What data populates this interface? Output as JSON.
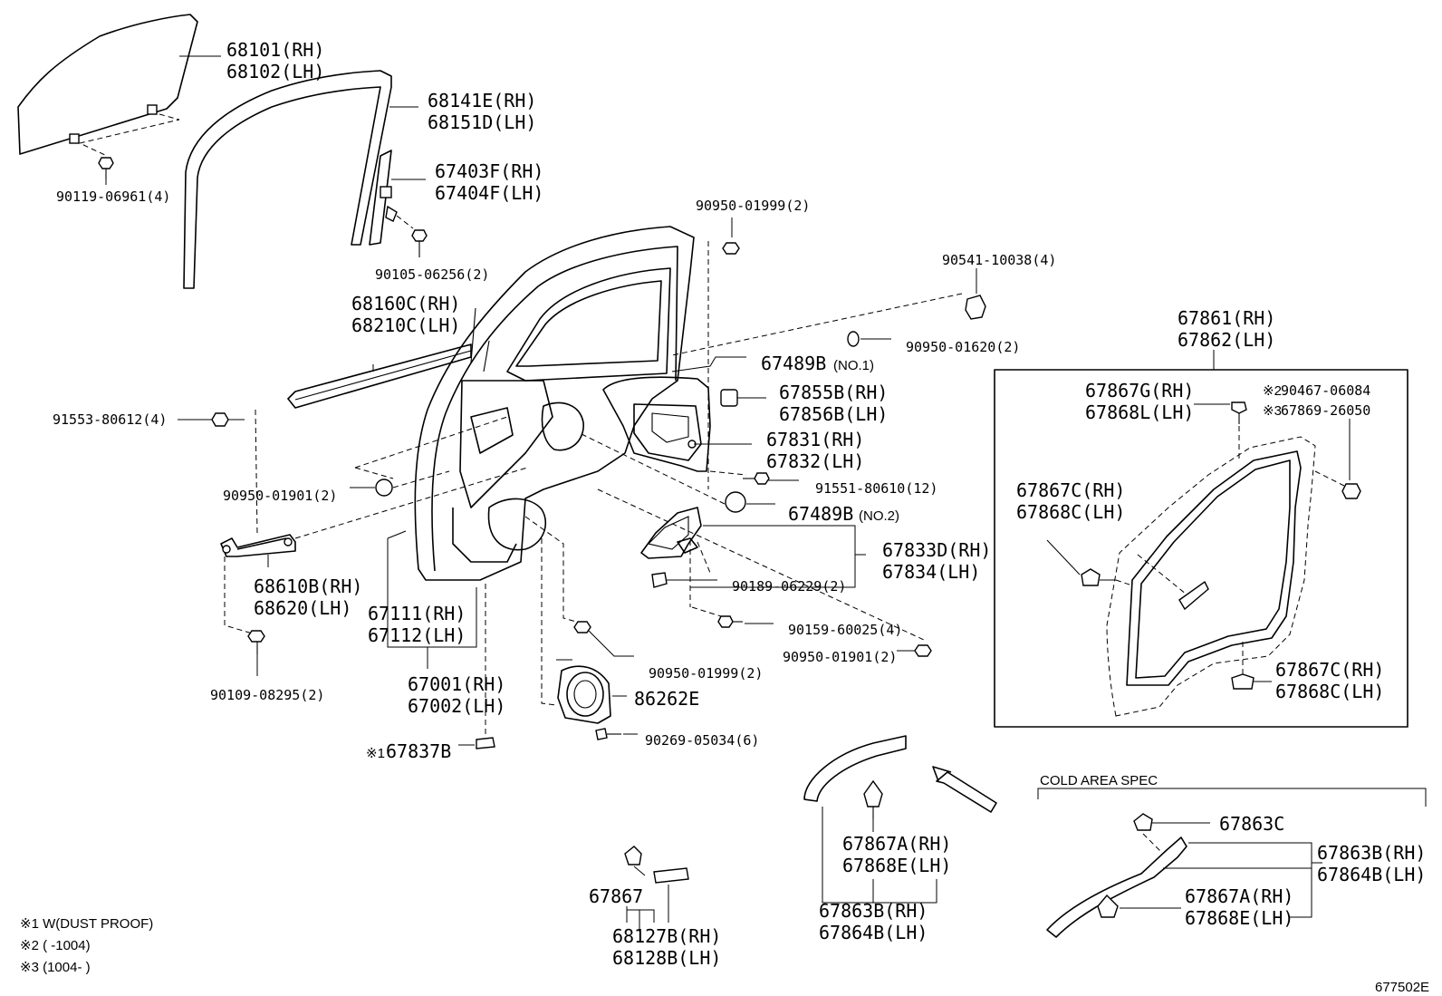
{
  "labels": {
    "p68101": "68101(RH)",
    "p68102": "68102(LH)",
    "p90119": "90119-06961(4)",
    "p68141": "68141E(RH)",
    "p68151": "68151D(LH)",
    "p67403": "67403F(RH)",
    "p67404": "67404F(LH)",
    "p90105": "90105-06256(2)",
    "p90950a": "90950-01999(2)",
    "p90541": "90541-10038(4)",
    "p68160": "68160C(RH)",
    "p68210": "68210C(LH)",
    "p67489no1": "67489B",
    "no1": "(NO.1)",
    "p90950b": "90950-01620(2)",
    "p67855": "67855B(RH)",
    "p67856": "67856B(LH)",
    "p67831": "67831(RH)",
    "p67832": "67832(LH)",
    "p91553": "91553-80612(4)",
    "p91551": "91551-80610(12)",
    "p90950c": "90950-01901(2)",
    "p67489no2": "67489B",
    "no2": "(NO.2)",
    "p67833": "67833D(RH)",
    "p67834": "67834(LH)",
    "p68610": "68610B(RH)",
    "p68620": "68620(LH)",
    "p90189": "90189-06229(2)",
    "p67111": "67111(RH)",
    "p67112": "67112(LH)",
    "p90159": "90159-60025(4)",
    "p90950d": "90950-01901(2)",
    "p67001": "67001(RH)",
    "p67002": "67002(LH)",
    "p90109": "90109-08295(2)",
    "p90950e": "90950-01999(2)",
    "p86262": "86262E",
    "p67837": "67837B",
    "note1mark": "※1",
    "p90269": "90269-05034(6)",
    "p67861": "67861(RH)",
    "p67862": "67862(LH)",
    "p67867g": "67867G(RH)",
    "p67868l": "67868L(LH)",
    "note2mark": "※2",
    "p90467": "90467-06084",
    "note3mark": "※3",
    "p67869": "67869-26050",
    "p67867c1": "67867C(RH)",
    "p67868c1": "67868C(LH)",
    "p67869j": "",
    "p67867c2": "67867C(RH)",
    "p67868c2": "67868C(LH)",
    "p67867a": "67867A(RH)",
    "p67868e": "67868E(LH)",
    "p67863b": "67863B(RH)",
    "p67864b": "67864B(LH)",
    "p67867": "67867",
    "p68127": "68127B(RH)",
    "p68128": "68128B(LH)",
    "cold": "COLD AREA SPEC",
    "p67863c": "67863C",
    "p67863b2": "67863B(RH)",
    "p67864b2": "67864B(LH)",
    "p67867a2": "67867A(RH)",
    "p67868e2": "67868E(LH)",
    "note1": "※1  W(DUST PROOF)",
    "note2": "※2 (    -1004)",
    "note3": "※3 (1004-    )",
    "code": "677502E"
  }
}
